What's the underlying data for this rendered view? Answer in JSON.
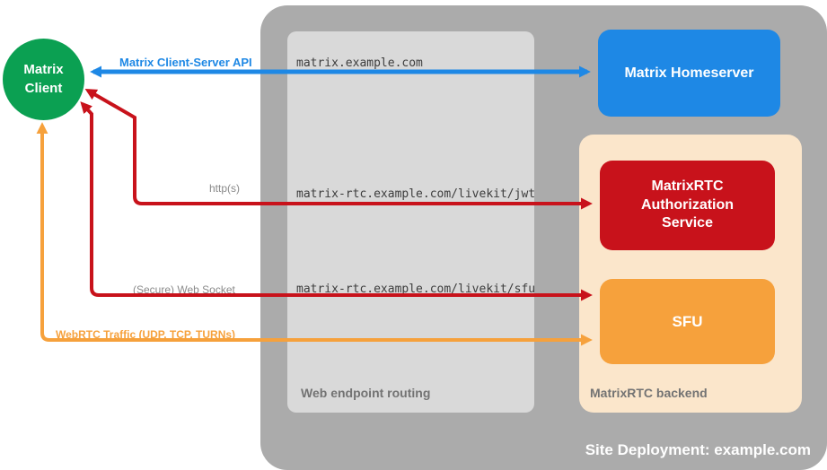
{
  "colors": {
    "green": "#0ba052",
    "blue": "#1e88e5",
    "red": "#c8121b",
    "orange": "#f6a13c",
    "site_gray": "#ababab",
    "routing_gray": "#d9d9d9",
    "backend_peach": "#fbe6cb",
    "label_gray": "#8a8a8a",
    "box_label_gray": "#737373",
    "mono_text": "#3d3d3d"
  },
  "client": {
    "label": "Matrix\nClient"
  },
  "site": {
    "label": "Site Deployment: example.com"
  },
  "routing": {
    "label": "Web endpoint routing",
    "endpoints": [
      "matrix.example.com",
      "matrix-rtc.example.com/livekit/jwt",
      "matrix-rtc.example.com/livekit/sfu"
    ]
  },
  "backend": {
    "label": "MatrixRTC backend"
  },
  "nodes": {
    "homeserver": {
      "label": "Matrix Homeserver"
    },
    "auth_service": {
      "label": "MatrixRTC Authorization Service"
    },
    "sfu": {
      "label": "SFU"
    }
  },
  "arrows": {
    "client_server_api": {
      "label": "Matrix Client-Server API"
    },
    "https": {
      "label": "http(s)"
    },
    "websocket": {
      "label": "(Secure) Web Socket"
    },
    "webrtc": {
      "label": "WebRTC Traffic (UDP, TCP, TURNs)"
    }
  }
}
